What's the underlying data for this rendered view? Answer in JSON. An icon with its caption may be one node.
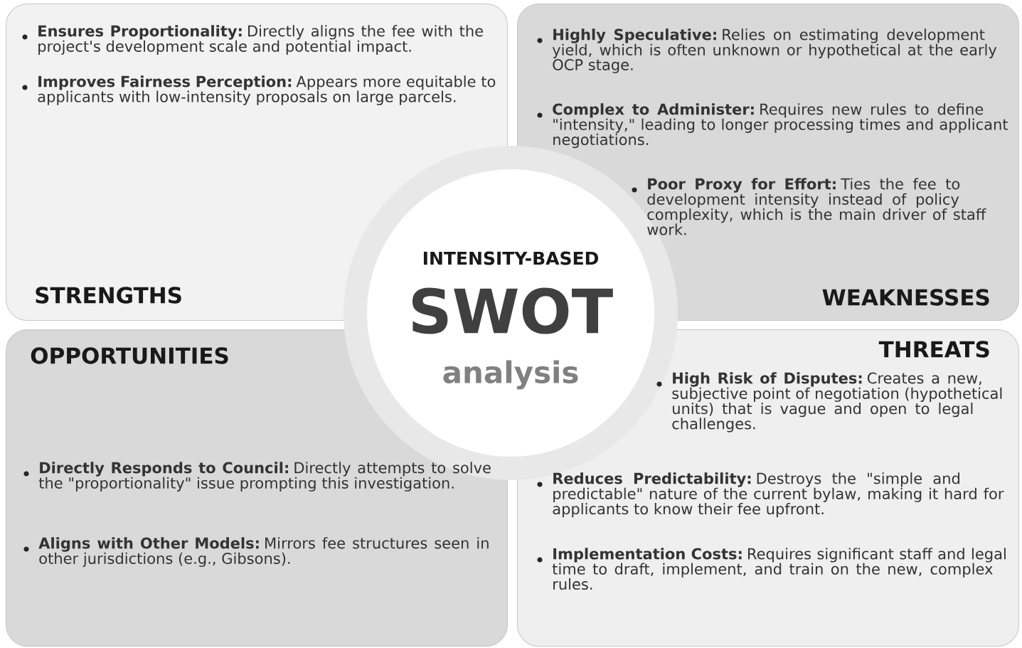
{
  "diagram": {
    "nodes": [
      {
        "text": [
          "**Ensures Proportionality:** Directly aligns the fee with the project's development scale and potential impact.",
          "**Improves Fairness Perception:** Appears more equitable to applicants with low-intensity proposals on large parcels.",
          "STRENGTHS"
        ]
      },
      {
        "text": [
          "**Highly Speculative:** Relies on estimating development yield, which is often unknown or hypothetical at the early OCP stage.",
          "**Complex to Administer:** Requires new rules to define \"intensity,\" leading to longer processing times and applicant negotiations.",
          "**Poor Proxy for Effort:** Ties the fee to development intensity instead of policy complexity, which is the main driver of staff work.",
          "WEAKNESSES"
        ]
      },
      {
        "text": [
          "INTENSITY-BASED",
          "SWOT",
          "analysis"
        ]
      },
      {
        "text": [
          "OPPORTUNITIES",
          "**Directly Responds to Council:** Directly attempts to solve the \"proportionality\" issue prompting this investigation.",
          "**Aligns with Other Models:** Mirrors fee structures seen in other jurisdictions (e.g., Gibsons)."
        ]
      },
      {
        "text": [
          "THREATS",
          "**High Risk of Disputes:** Creates a new, subjective point of negotiation (hypothetical units) that is vague and open to legal challenges.",
          "**Reduces Predictability:** Destroys the \"simple and predictable\" nature of the current bylaw, making it hard for applicants to know their fee upfront.",
          "**Implementation Costs:** Requires significant staff and legal time to draft, implement, and train on the new, complex rules."
        ]
      }
    ]
  }
}
